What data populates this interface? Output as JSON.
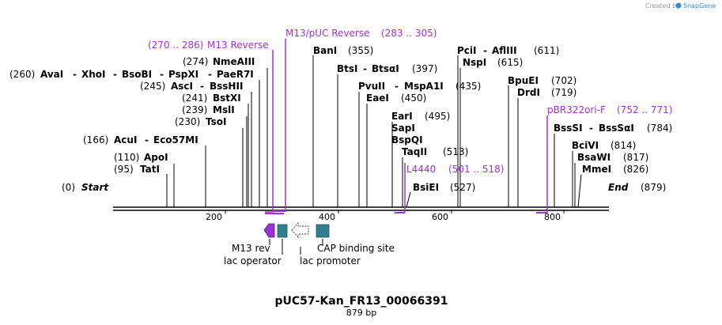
{
  "credit": {
    "text": "Created by",
    "brand": "SnapGene"
  },
  "title": "pUC57-Kan_FR13_00066391",
  "subtitle": "879 bp",
  "sequence": {
    "start_label": "Start",
    "start_pos": "(0)",
    "end_label": "End",
    "end_pos": "(879)",
    "length": 879
  },
  "ticks": [
    "200",
    "400",
    "600",
    "800"
  ],
  "enzymes": [
    {
      "name": "AvaI",
      "extra": [
        "XhoI",
        "BsoBI",
        "PspXI",
        "PaeR7I"
      ],
      "pos": "(260)"
    },
    {
      "name": "NmeAIII",
      "pos": "(274)"
    },
    {
      "name": "AscI",
      "extra": [
        "BssHII"
      ],
      "pos": "(245)"
    },
    {
      "name": "BstXI",
      "pos": "(241)"
    },
    {
      "name": "MslI",
      "pos": "(239)"
    },
    {
      "name": "TsoI",
      "pos": "(230)"
    },
    {
      "name": "AcuI",
      "extra": [
        "Eco57MI"
      ],
      "pos": "(166)"
    },
    {
      "name": "ApoI",
      "pos": "(110)"
    },
    {
      "name": "TatI",
      "pos": "(95)"
    },
    {
      "name": "BanI",
      "pos": "(355)"
    },
    {
      "name": "BtsI",
      "extra": [
        "BtsαI"
      ],
      "pos": "(397)"
    },
    {
      "name": "PvuII",
      "extra": [
        "MspA1I"
      ],
      "pos": "(435)"
    },
    {
      "name": "EaeI",
      "pos": "(450)"
    },
    {
      "name": "EarI",
      "pos": "(495)"
    },
    {
      "name": "SapI",
      "pos": ""
    },
    {
      "name": "BspQI",
      "pos": ""
    },
    {
      "name": "TaqII",
      "pos": "(513)"
    },
    {
      "name": "BsiEI",
      "pos": "(527)"
    },
    {
      "name": "PciI",
      "extra": [
        "AflIII"
      ],
      "pos": "(611)"
    },
    {
      "name": "NspI",
      "pos": "(615)"
    },
    {
      "name": "BpuEI",
      "pos": "(702)"
    },
    {
      "name": "DrdI",
      "pos": "(719)"
    },
    {
      "name": "BssSI",
      "extra": [
        "BssSαI"
      ],
      "pos": "(784)"
    },
    {
      "name": "BciVI",
      "pos": "(814)"
    },
    {
      "name": "BsaWI",
      "pos": "(817)"
    },
    {
      "name": "MmeI",
      "pos": "(826)"
    }
  ],
  "primers": [
    {
      "name": "M13 Reverse",
      "range": "(270 .. 286)"
    },
    {
      "name": "M13/pUC Reverse",
      "range": "(283 .. 305)"
    },
    {
      "name": "L4440",
      "range": "(501 .. 518)"
    },
    {
      "name": "pBR322ori-F",
      "range": "(752 .. 771)"
    }
  ],
  "features": [
    {
      "name": "M13 rev",
      "color": "#9b30d9"
    },
    {
      "name": "lac operator",
      "color": "#2f7f8f"
    },
    {
      "name": "lac promoter",
      "color": "#ffffff"
    },
    {
      "name": "CAP binding site",
      "color": "#2f7f8f"
    }
  ],
  "colors": {
    "primer": "#a330d9",
    "feature_teal": "#2f7f8f",
    "feature_purple": "#9b30d9",
    "backbone": "#000000",
    "brand": "#2f8fd9"
  }
}
